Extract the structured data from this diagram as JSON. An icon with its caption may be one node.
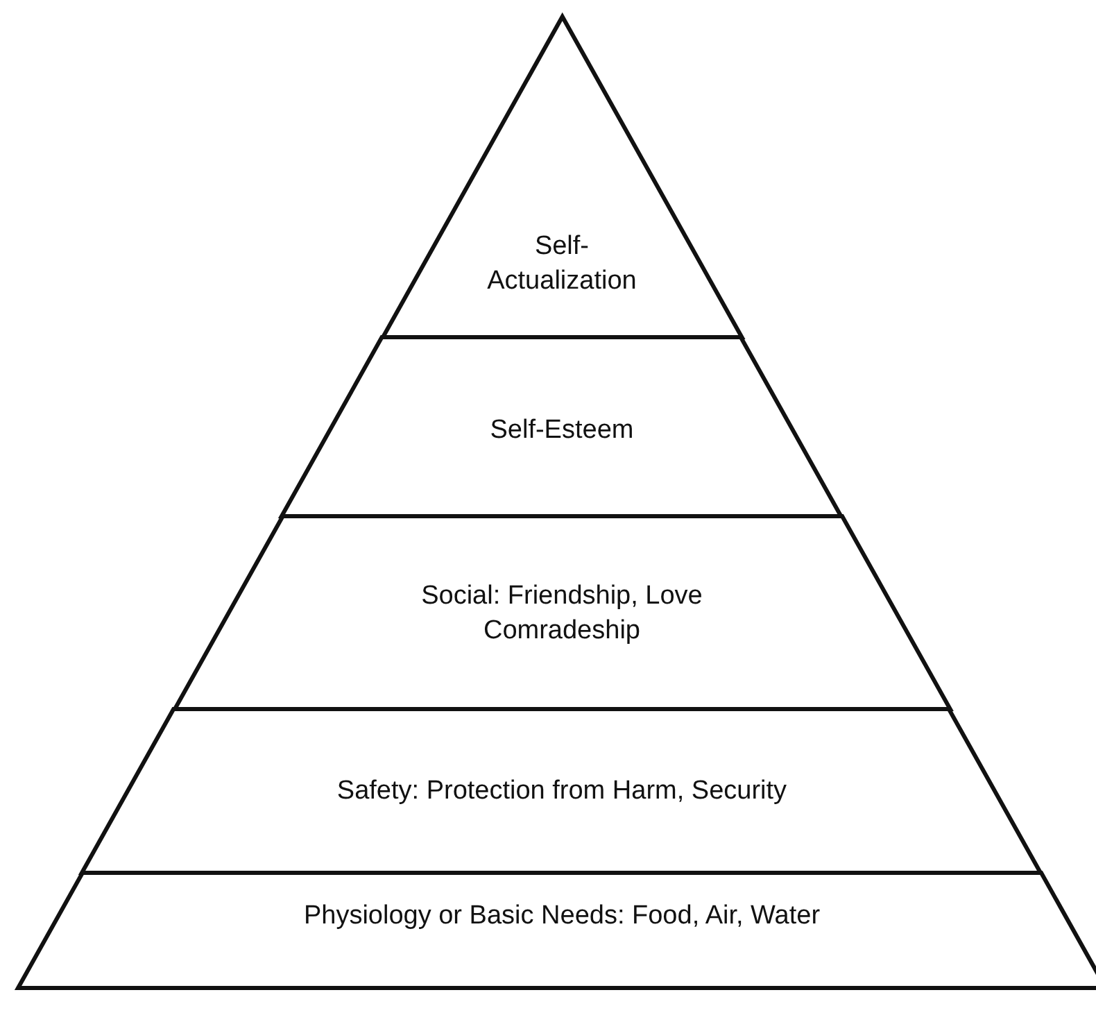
{
  "diagram": {
    "nodes": [
      {
        "text": [
          "Self- Actualization"
        ]
      },
      {
        "text": [
          "Self-Esteem"
        ]
      },
      {
        "text": [
          "Social: Friendship, Love Comradeship"
        ]
      },
      {
        "text": [
          "Safety: Protection from Harm, Security"
        ]
      },
      {
        "text": [
          "Physiology or Basic Needs: Food, Air, Water"
        ]
      }
    ]
  }
}
